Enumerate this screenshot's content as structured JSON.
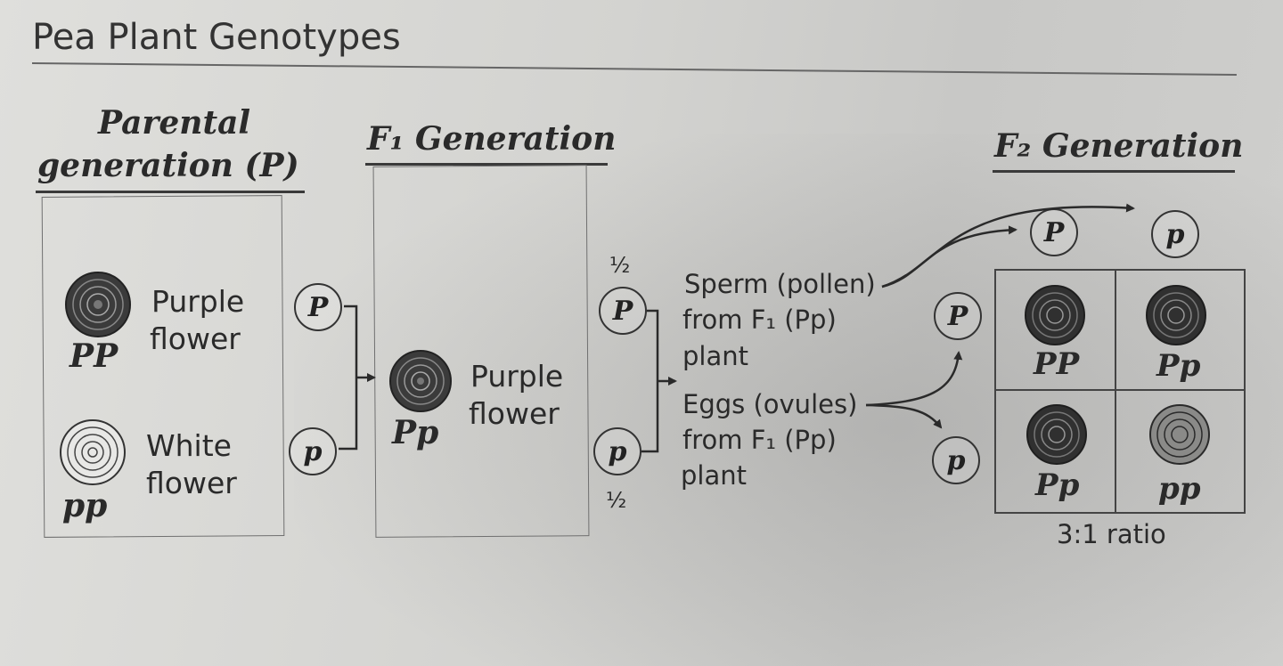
{
  "title": "Pea Plant Genotypes",
  "parental": {
    "heading_line1": "Parental",
    "heading_line2": "generation (P)",
    "purple": {
      "genotype": "PP",
      "label_line1": "Purple",
      "label_line2": "flower"
    },
    "white": {
      "genotype": "pp",
      "label_line1": "White",
      "label_line2": "flower"
    }
  },
  "parental_gametes": {
    "upper": "P",
    "lower": "p"
  },
  "f1": {
    "heading": "F₁ Generation",
    "genotype": "Pp",
    "label_line1": "Purple",
    "label_line2": "flower"
  },
  "f1_gametes": {
    "upper": "P",
    "lower": "p",
    "upper_fraction": "½",
    "lower_fraction": "½"
  },
  "sperm_label": {
    "line1": "Sperm (pollen)",
    "line2": "from F₁ (Pp)",
    "line3": "plant"
  },
  "eggs_label": {
    "line1": "Eggs (ovules)",
    "line2": "from F₁ (Pp)",
    "line3": "plant"
  },
  "f2": {
    "heading": "F₂ Generation",
    "columns": [
      "P",
      "p"
    ],
    "rows": [
      "P",
      "p"
    ],
    "cells": [
      "PP",
      "Pp",
      "Pp",
      "pp"
    ],
    "ratio": "3:1 ratio"
  },
  "icons": {
    "purple_flower": "purple-flower-icon",
    "white_flower": "white-flower-icon"
  },
  "colors": {
    "purple_flower_fill": "#3b3b3b",
    "white_flower_fill": "#e8e8e6",
    "ink": "#2a2a2a"
  }
}
